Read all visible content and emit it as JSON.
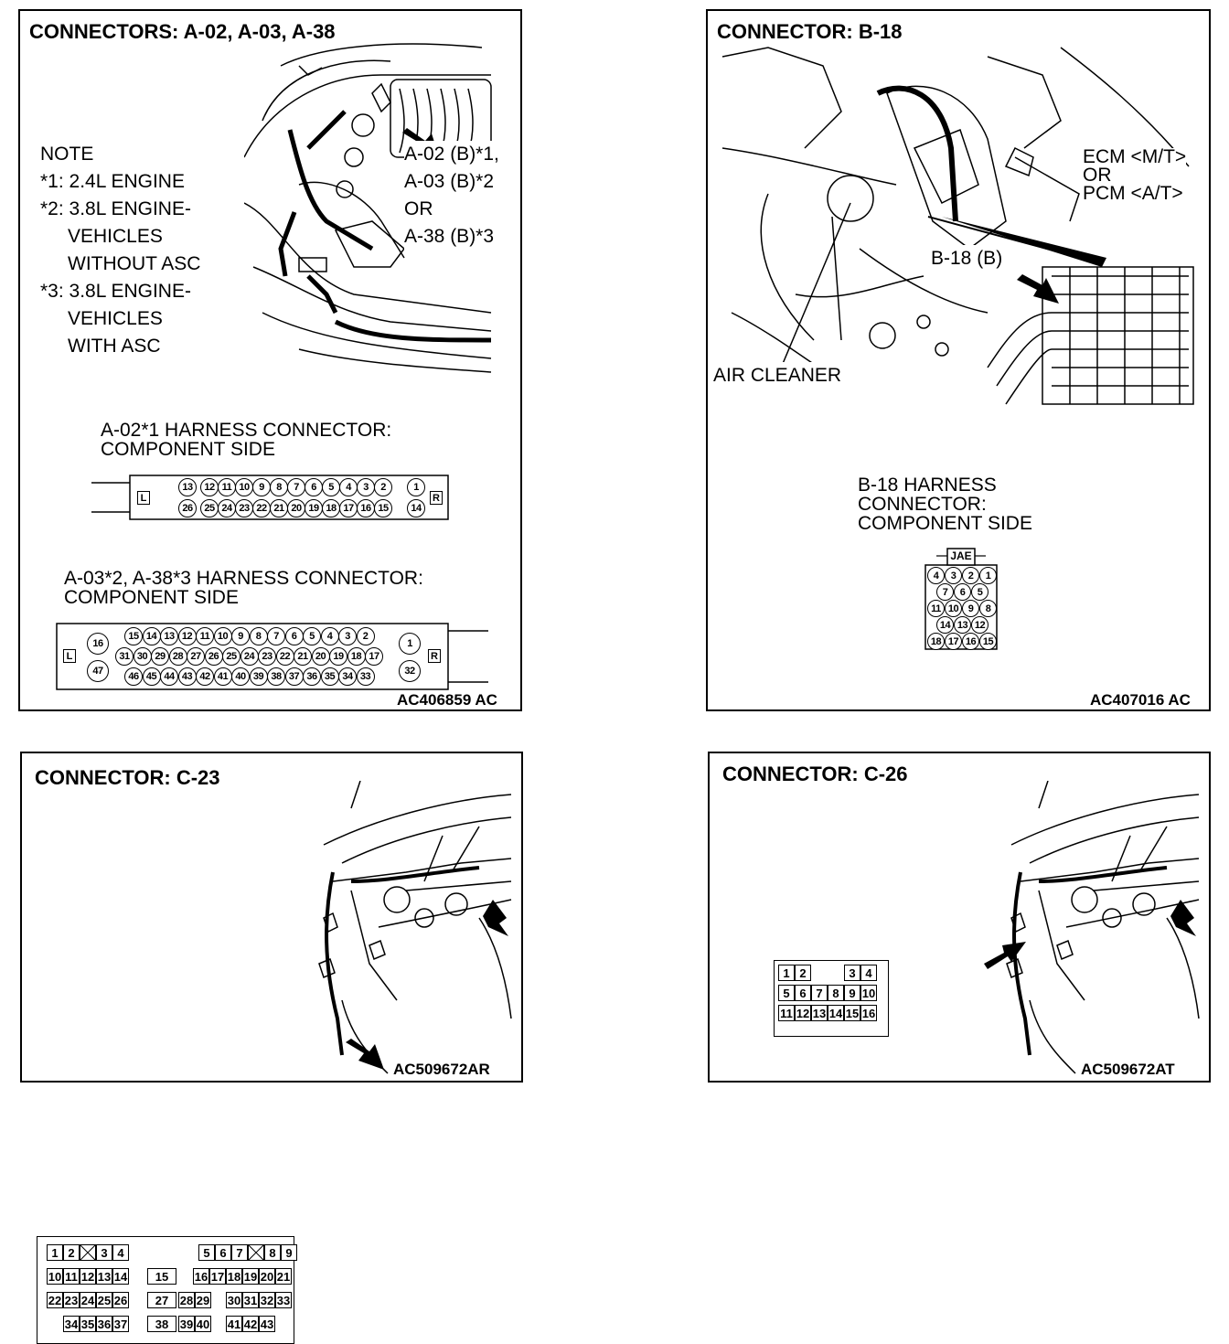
{
  "panel_a": {
    "title": "CONNECTORS: A-02, A-03, A-38",
    "note": [
      "NOTE",
      "*1: 2.4L ENGINE",
      "*2: 3.8L ENGINE-",
      "VEHICLES",
      "WITHOUT ASC",
      "*3: 3.8L ENGINE-",
      "VEHICLES",
      "WITH ASC"
    ],
    "callout": [
      "A-02 (B)*1,",
      "A-03 (B)*2",
      "OR",
      "A-38 (B)*3"
    ],
    "conn1_title": [
      "A-02*1 HARNESS CONNECTOR:",
      "COMPONENT SIDE"
    ],
    "conn1_top": [
      "13",
      "12",
      "11",
      "10",
      "9",
      "8",
      "7",
      "6",
      "5",
      "4",
      "3",
      "2",
      "1"
    ],
    "conn1_bottom": [
      "26",
      "25",
      "24",
      "23",
      "22",
      "21",
      "20",
      "19",
      "18",
      "17",
      "16",
      "15",
      "14"
    ],
    "conn2_title": [
      "A-03*2, A-38*3 HARNESS CONNECTOR:",
      "COMPONENT SIDE"
    ],
    "conn2_row1": [
      "15",
      "14",
      "13",
      "12",
      "11",
      "10",
      "9",
      "8",
      "7",
      "6",
      "5",
      "4",
      "3",
      "2"
    ],
    "conn2_row2": [
      "31",
      "30",
      "29",
      "28",
      "27",
      "26",
      "25",
      "24",
      "23",
      "22",
      "21",
      "20",
      "19",
      "18",
      "17"
    ],
    "conn2_row3": [
      "46",
      "45",
      "44",
      "43",
      "42",
      "41",
      "40",
      "39",
      "38",
      "37",
      "36",
      "35",
      "34",
      "33"
    ],
    "conn2_left": [
      "16",
      "47"
    ],
    "conn2_right": [
      "1",
      "32"
    ],
    "label_l": "L",
    "label_r": "R",
    "code": "AC406859 AC"
  },
  "panel_b": {
    "title": "CONNECTOR: B-18",
    "ecm": [
      "ECM <M/T>",
      "OR",
      "PCM <A/T>"
    ],
    "callout": "B-18 (B)",
    "air_cleaner": "AIR CLEANER",
    "conn_title": [
      "B-18 HARNESS",
      "CONNECTOR:",
      "COMPONENT SIDE"
    ],
    "jae": "JAE",
    "rows": [
      [
        "4",
        "3",
        "2",
        "1"
      ],
      [
        "7",
        "6",
        "5"
      ],
      [
        "11",
        "10",
        "9",
        "8"
      ],
      [
        "14",
        "13",
        "12"
      ],
      [
        "18",
        "17",
        "16",
        "15"
      ]
    ],
    "code": "AC407016 AC"
  },
  "panel_c": {
    "title": "CONNECTOR: C-23",
    "code": "AC509672AR",
    "row1": [
      "1",
      "2",
      "",
      "3",
      "4",
      "5",
      "6",
      "7",
      "",
      "8",
      "9"
    ],
    "row2": [
      "10",
      "11",
      "12",
      "13",
      "14",
      "15",
      "16",
      "17",
      "18",
      "19",
      "20",
      "21"
    ],
    "row3": [
      "22",
      "23",
      "24",
      "25",
      "26",
      "27",
      "28",
      "29",
      "30",
      "31",
      "32",
      "33"
    ],
    "row4": [
      "34",
      "35",
      "36",
      "37",
      "38",
      "39",
      "40",
      "41",
      "42",
      "43"
    ]
  },
  "panel_d": {
    "title": "CONNECTOR: C-26",
    "code": "AC509672AT",
    "row1": [
      "1",
      "2",
      "3",
      "4"
    ],
    "row2": [
      "5",
      "6",
      "7",
      "8",
      "9",
      "10"
    ],
    "row3": [
      "11",
      "12",
      "13",
      "14",
      "15",
      "16"
    ]
  }
}
